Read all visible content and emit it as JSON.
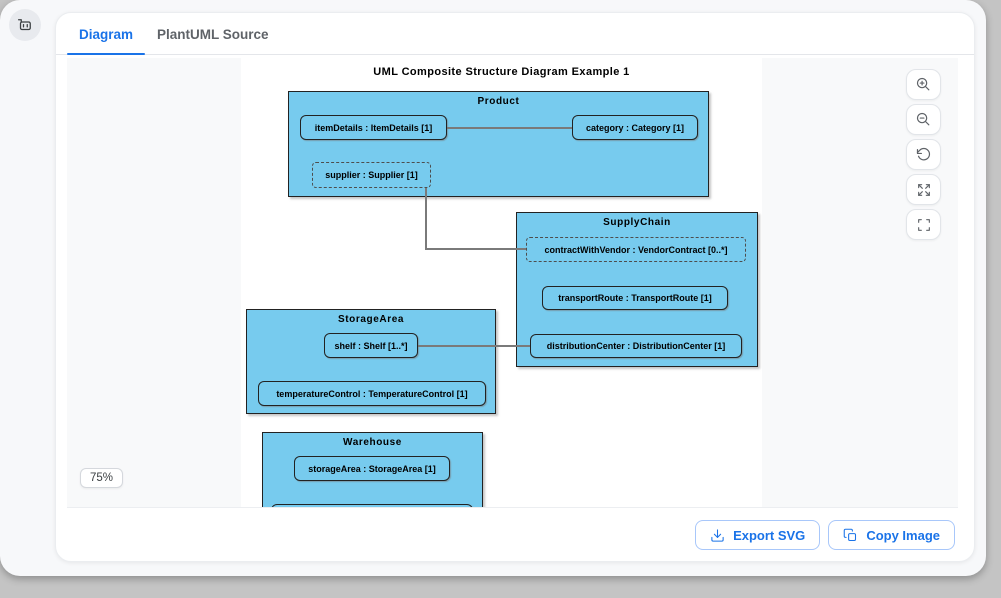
{
  "window": {
    "avatar_icon": "robot-icon"
  },
  "tabs": {
    "diagram": "Diagram",
    "source": "PlantUML Source"
  },
  "viewport": {
    "zoom_badge": "75%",
    "zoom_controls": [
      "zoom-in",
      "zoom-out",
      "reset-view",
      "expand",
      "fit-view"
    ]
  },
  "footer": {
    "export_label": "Export SVG",
    "copy_label": "Copy Image"
  },
  "colors": {
    "accent": "#1a73e8",
    "node_fill": "#77cbee",
    "node_border": "#222222",
    "connector": "#7a7a7a"
  },
  "diagram": {
    "title": "UML Composite Structure Diagram Example 1",
    "components": [
      {
        "name": "Product",
        "parts": [
          {
            "label": "itemDetails : ItemDetails [1]",
            "style": "solid"
          },
          {
            "label": "category : Category [1]",
            "style": "solid"
          },
          {
            "label": "supplier : Supplier [1]",
            "style": "dashed"
          }
        ]
      },
      {
        "name": "SupplyChain",
        "parts": [
          {
            "label": "contractWithVendor : VendorContract [0..*]",
            "style": "dashed"
          },
          {
            "label": "transportRoute : TransportRoute [1]",
            "style": "solid"
          },
          {
            "label": "distributionCenter : DistributionCenter [1]",
            "style": "solid"
          }
        ]
      },
      {
        "name": "StorageArea",
        "parts": [
          {
            "label": "shelf : Shelf [1..*]",
            "style": "solid"
          },
          {
            "label": "temperatureControl : TemperatureControl [1]",
            "style": "solid"
          }
        ]
      },
      {
        "name": "Warehouse",
        "parts": [
          {
            "label": "storageArea : StorageArea [1]",
            "style": "solid"
          }
        ]
      }
    ],
    "connections": [
      {
        "from": "itemDetails",
        "to": "category"
      },
      {
        "from": "supplier",
        "to": "contractWithVendor"
      },
      {
        "from": "shelf",
        "to": "distributionCenter"
      }
    ]
  }
}
